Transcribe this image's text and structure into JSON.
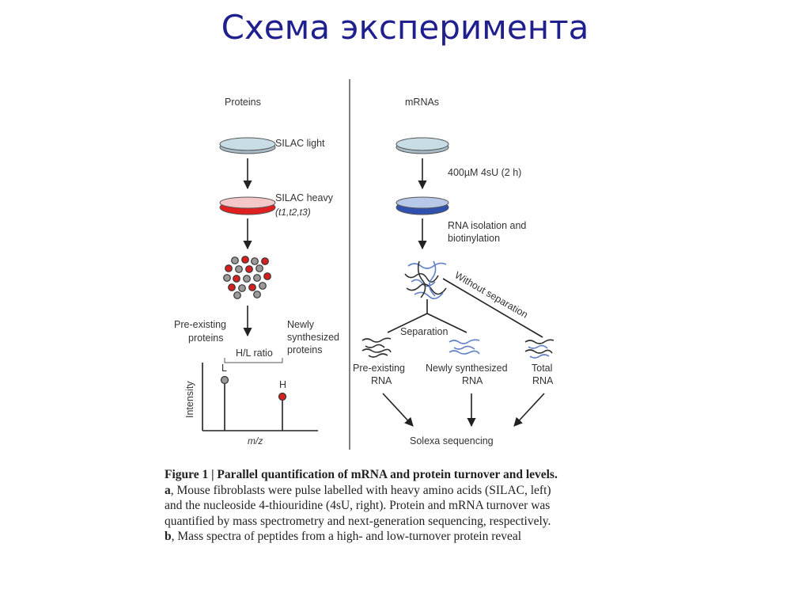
{
  "slide": {
    "title": "Схема эксперимента"
  },
  "proteins": {
    "heading": "Proteins",
    "silac_light": "SILAC  light",
    "silac_heavy": "SILAC heavy",
    "timepoints": "(t1,t2,t3)",
    "pre_existing_1": "Pre-existing",
    "pre_existing_2": "proteins",
    "newly_1": "Newly",
    "newly_2": "synthesized",
    "newly_3": "proteins",
    "hl_ratio": "H/L ratio",
    "peak_l": "L",
    "peak_h": "H",
    "y_axis": "Intensity",
    "x_axis": "m/z",
    "colors": {
      "light_dish": "#c8dce6",
      "heavy_dish": "#e02020",
      "light_dot": "#9a9a9a",
      "heavy_dot": "#d42020"
    }
  },
  "mrnas": {
    "heading": "mRNAs",
    "treatment": "400µM 4sU (2 h)",
    "isolation_1": "RNA isolation and",
    "isolation_2": "biotinylation",
    "without_separation": "Without separation",
    "separation": "Separation",
    "pre_existing_1": "Pre-existing",
    "pre_existing_2": "RNA",
    "newly_1": "Newly synthesized",
    "newly_2": "RNA",
    "total_1": "Total",
    "total_2": "RNA",
    "sequencing": "Solexa sequencing",
    "colors": {
      "labelled_dish": "#3050b0",
      "labelled_rna": "#6080c8",
      "unlabelled_rna": "#333333"
    }
  },
  "caption": {
    "fig_label": "Figure 1",
    "fig_title": "Parallel quantification of mRNA and protein turnover and levels.",
    "part_a": "a",
    "line1": ", Mouse fibroblasts were pulse labelled with heavy amino acids (SILAC, left)",
    "line2": "and the nucleoside 4-thiouridine (4sU, right). Protein and mRNA turnover was",
    "line3": "quantified by mass spectrometry and next-generation sequencing, respectively.",
    "part_b": "b",
    "line4": ", Mass spectra of peptides from a high- and low-turnover protein reveal"
  }
}
